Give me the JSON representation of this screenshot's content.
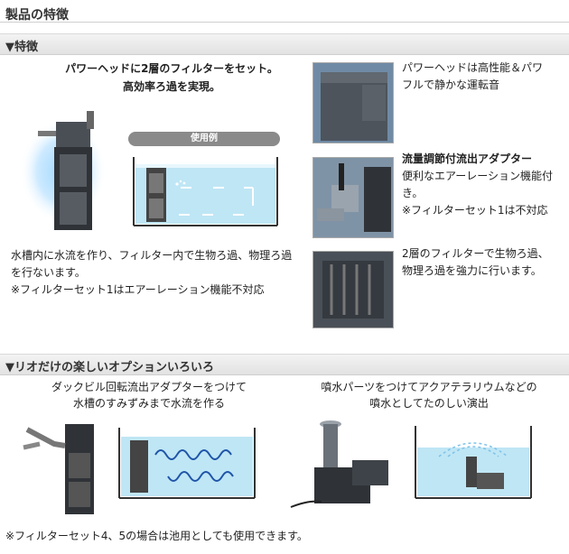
{
  "page_title": "製品の特徴",
  "section1": {
    "header": "▼特徴",
    "headline_line1": "パワーヘッドに2層のフィルターをセット。",
    "headline_line2": "高効率ろ過を実現。",
    "usage_label": "使用例",
    "description_lines": [
      "水槽内に水流を作り、フィルター内で生物ろ過、物理ろ過",
      "を行ないます。",
      "※フィルターセット1はエアーレーション機能不対応"
    ],
    "features": [
      {
        "title": "",
        "lines": [
          "パワーヘッドは高性能＆パワ",
          "フルで静かな運転音"
        ]
      },
      {
        "title": "流量調節付流出アダプター",
        "lines": [
          "便利なエアーレーション機能付",
          "き。",
          "※フィルターセット1は不対応"
        ]
      },
      {
        "title": "",
        "lines": [
          "2層のフィルターで生物ろ過、",
          "物理ろ過を強力に行います。"
        ]
      }
    ]
  },
  "section2": {
    "header": "▼リオだけの楽しいオプションいろいろ",
    "left_caption_line1": "ダックビル回転流出アダプターをつけて",
    "left_caption_line2": "水槽のすみずみまで水流を作る",
    "right_caption_line1": "噴水パーツをつけてアクアテラリウムなどの",
    "right_caption_line2": "噴水としてたのしい演出",
    "footnote": "※フィルターセット4、5の場合は池用としても使用できます。"
  },
  "colors": {
    "section_bar": "#e8e8e8",
    "water_top": "#dff3fb",
    "water_bottom": "#a9dbf1",
    "device_dark": "#2f3338"
  }
}
